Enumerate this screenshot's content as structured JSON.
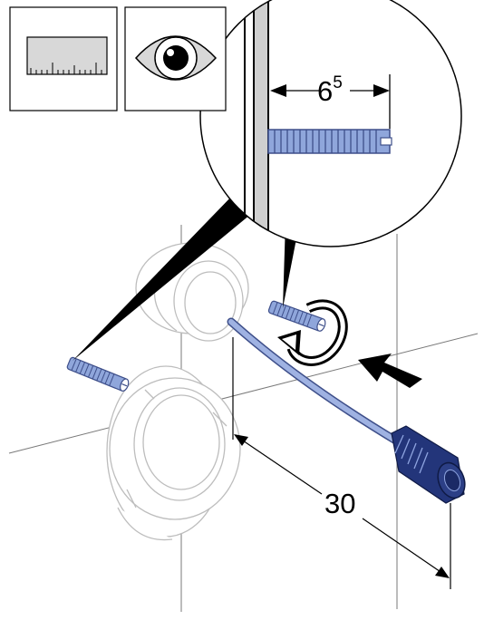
{
  "labels": {
    "screw_length": "6",
    "screw_length_sup": "5",
    "distance": "30"
  },
  "icons": {
    "panel_1": "ruler-icon",
    "panel_2": "eye-icon"
  },
  "colors": {
    "line": "#000000",
    "ghost_line": "#b8b8b8",
    "screw_fill": "#8fa6db",
    "screw_stroke": "#3e4f8a",
    "cable_fill": "#8a9fd6",
    "connector_fill": "#2c3f86",
    "wall_gray": "#cfcfcf"
  }
}
